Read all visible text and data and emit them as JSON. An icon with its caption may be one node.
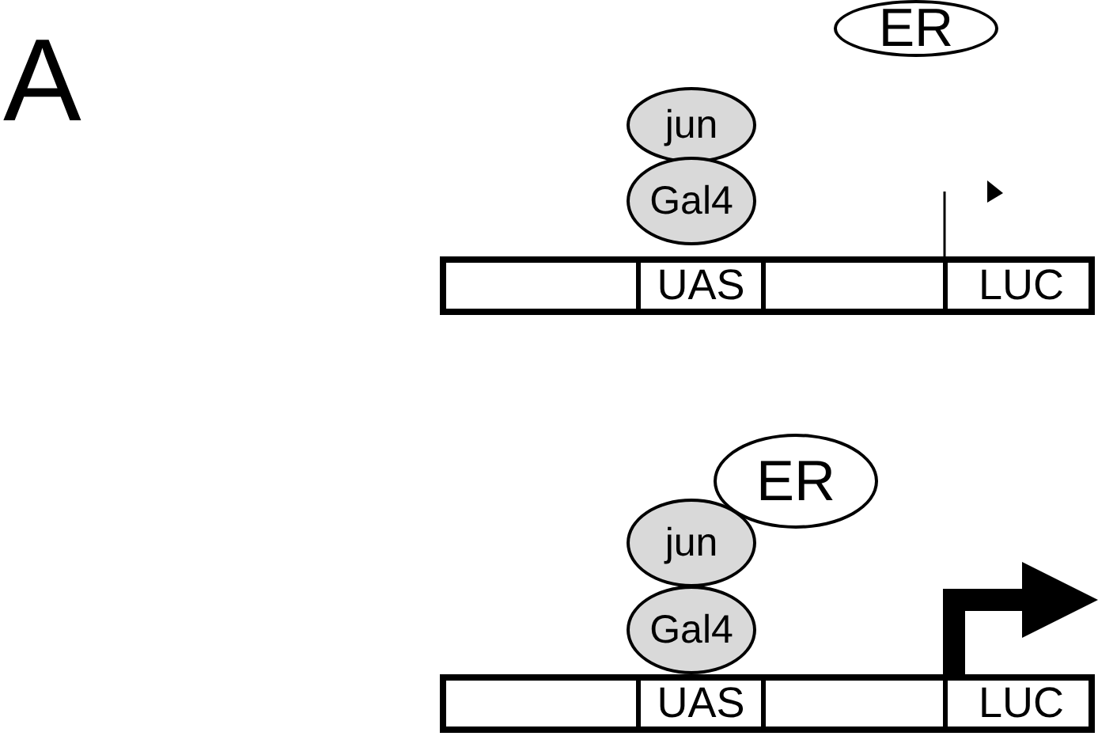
{
  "diagram": {
    "nodes": [
      {
        "text": [
          "ER"
        ]
      },
      {
        "text": [
          "jun"
        ]
      },
      {
        "text": [
          "Gal4"
        ]
      },
      {
        "text": [],
        "shape": "bar"
      },
      {
        "text": [
          "UAS"
        ],
        "in": 3
      },
      {
        "text": [
          "LUC"
        ],
        "in": 3
      },
      {
        "text": [
          "ER"
        ]
      },
      {
        "text": [
          "jun"
        ]
      },
      {
        "text": [
          "Gal4"
        ]
      },
      {
        "text": [],
        "shape": "bar"
      },
      {
        "text": [
          "UAS"
        ],
        "in": 9
      },
      {
        "text": [
          "LUC"
        ],
        "in": 9
      }
    ],
    "edges": [],
    "labels": [
      "A"
    ]
  }
}
